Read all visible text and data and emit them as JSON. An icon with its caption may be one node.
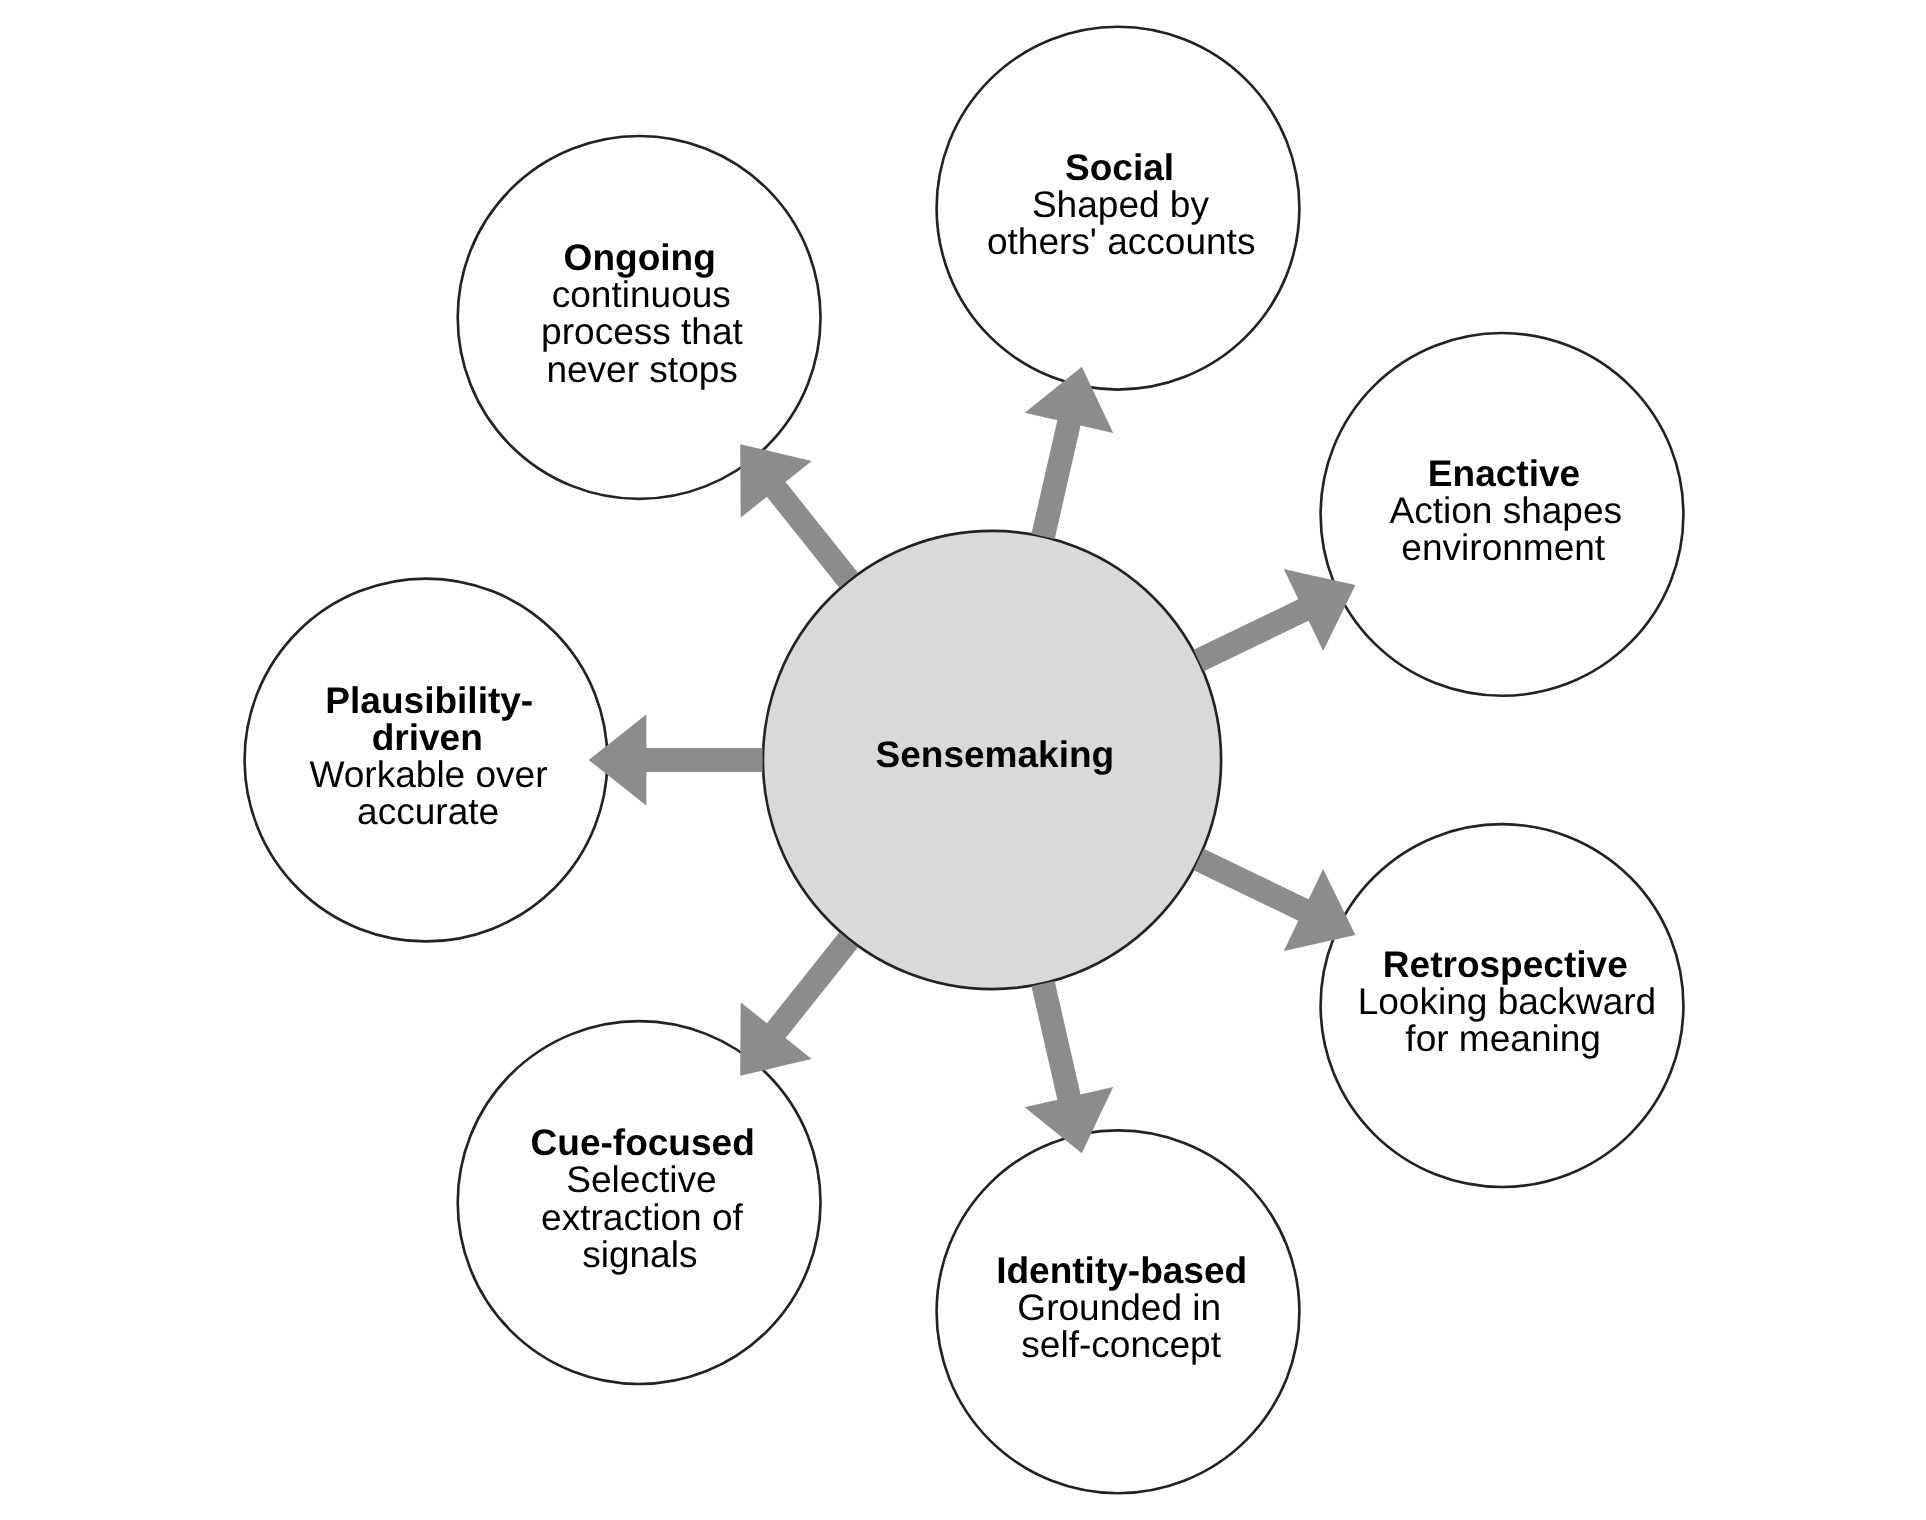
{
  "diagram": {
    "nodes": [
      {
        "text": [
          "Sensemaking"
        ]
      },
      {
        "text": [
          "Enactive",
          "Action shapes environment"
        ]
      },
      {
        "text": [
          "Social",
          "Shaped by others' accounts"
        ]
      },
      {
        "text": [
          "Ongoing",
          "continuous process that never stops"
        ]
      },
      {
        "text": [
          "Plausibility-driven",
          "Workable over accurate"
        ]
      },
      {
        "text": [
          "Cue-focused",
          "Selective extraction of signals"
        ]
      },
      {
        "text": [
          "Identity-based",
          "Grounded in self-concept"
        ]
      },
      {
        "text": [
          "Retrospective",
          "Looking backward for meaning"
        ]
      }
    ],
    "edges": [
      {
        "from": 0,
        "to": 1,
        "arrow": "to"
      },
      {
        "from": 0,
        "to": 2,
        "arrow": "to"
      },
      {
        "from": 0,
        "to": 3,
        "arrow": "to"
      },
      {
        "from": 0,
        "to": 4,
        "arrow": "to"
      },
      {
        "from": 0,
        "to": 5,
        "arrow": "to"
      },
      {
        "from": 0,
        "to": 6,
        "arrow": "to"
      },
      {
        "from": 0,
        "to": 7,
        "arrow": "to"
      }
    ]
  }
}
